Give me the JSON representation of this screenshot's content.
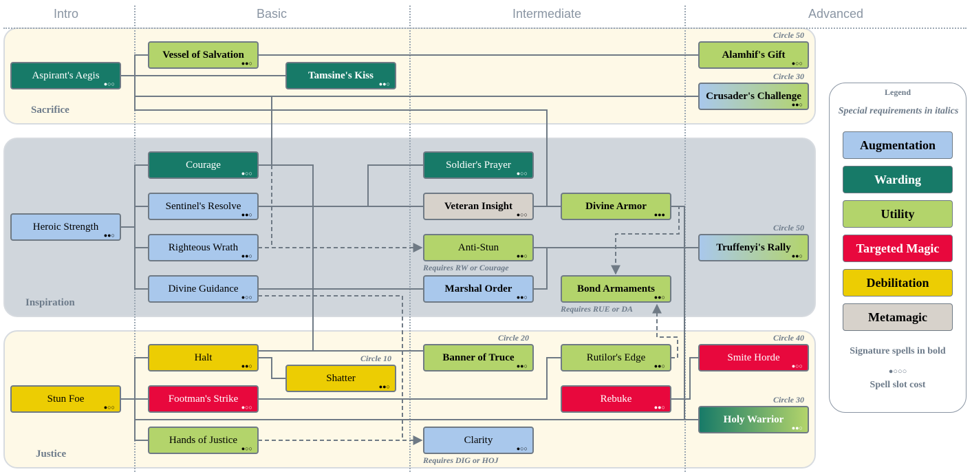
{
  "columns": [
    "Intro",
    "Basic",
    "Intermediate",
    "Advanced"
  ],
  "sections": {
    "sacrifice": "Sacrifice",
    "inspiration": "Inspiration",
    "justice": "Justice"
  },
  "colors": {
    "augmentation": "#a9c8ec",
    "warding": "#177a68",
    "utility": "#b3d46b",
    "targeted_magic": "#e8083d",
    "debilitation": "#eccd03",
    "metamagic": "#d7d2cb"
  },
  "nodes": {
    "aspirants_aegis": {
      "label": "Aspirant's Aegis",
      "cost": "●○○"
    },
    "vessel_of_salvation": {
      "label": "Vessel of Salvation",
      "cost": "●●○"
    },
    "tamsines_kiss": {
      "label": "Tamsine's Kiss",
      "cost": "●●○"
    },
    "alamhifs_gift": {
      "label": "Alamhif's Gift",
      "cost": "●○○"
    },
    "crusaders_challenge": {
      "label": "Crusader's Challenge",
      "cost": "●●○"
    },
    "heroic_strength": {
      "label": "Heroic Strength",
      "cost": "●●○"
    },
    "courage": {
      "label": "Courage",
      "cost": "●○○"
    },
    "sentinels_resolve": {
      "label": "Sentinel's Resolve",
      "cost": "●●○"
    },
    "righteous_wrath": {
      "label": "Righteous Wrath",
      "cost": "●●○"
    },
    "divine_guidance": {
      "label": "Divine Guidance",
      "cost": "●○○"
    },
    "soldiers_prayer": {
      "label": "Soldier's Prayer",
      "cost": "●○○"
    },
    "veteran_insight": {
      "label": "Veteran Insight",
      "cost": "●○○"
    },
    "anti_stun": {
      "label": "Anti-Stun",
      "cost": "●●○"
    },
    "marshal_order": {
      "label": "Marshal Order",
      "cost": "●●○"
    },
    "divine_armor": {
      "label": "Divine Armor",
      "cost": "●●●"
    },
    "bond_armaments": {
      "label": "Bond Armaments",
      "cost": "●●○"
    },
    "truffenyis_rally": {
      "label": "Truffenyi's Rally",
      "cost": "●●○"
    },
    "stun_foe": {
      "label": "Stun Foe",
      "cost": "●○○"
    },
    "halt": {
      "label": "Halt",
      "cost": "●●○"
    },
    "shatter": {
      "label": "Shatter",
      "cost": "●●○"
    },
    "footmans_strike": {
      "label": "Footman's Strike",
      "cost": "●○○"
    },
    "hands_of_justice": {
      "label": "Hands of Justice",
      "cost": "●○○"
    },
    "banner_of_truce": {
      "label": "Banner of Truce",
      "cost": "●●○"
    },
    "rutilors_edge": {
      "label": "Rutilor's Edge",
      "cost": "●●○"
    },
    "rebuke": {
      "label": "Rebuke",
      "cost": "●●○"
    },
    "clarity": {
      "label": "Clarity",
      "cost": "●○○"
    },
    "smite_horde": {
      "label": "Smite Horde",
      "cost": "●○○"
    },
    "holy_warrior": {
      "label": "Holy Warrior",
      "cost": "●●○"
    }
  },
  "notes": {
    "circle_50_alamhif": "Circle 50",
    "circle_30_crusader": "Circle 30",
    "circle_50_truffenyi": "Circle 50",
    "circle_10_shatter": "Circle 10",
    "circle_20_banner": "Circle 20",
    "circle_40_smite": "Circle 40",
    "circle_30_holy": "Circle 30",
    "req_anti_stun": "Requires RW or Courage",
    "req_bond": "Requires RUE or DA",
    "req_clarity": "Requires DIG or HOJ"
  },
  "legend": {
    "title": "Legend",
    "subtitle": "Special requirements in italics",
    "items": [
      "Augmentation",
      "Warding",
      "Utility",
      "Targeted Magic",
      "Debilitation",
      "Metamagic"
    ],
    "signature_note": "Signature spells in bold",
    "slot_dots": "●○○○",
    "slot_note": "Spell slot cost"
  }
}
